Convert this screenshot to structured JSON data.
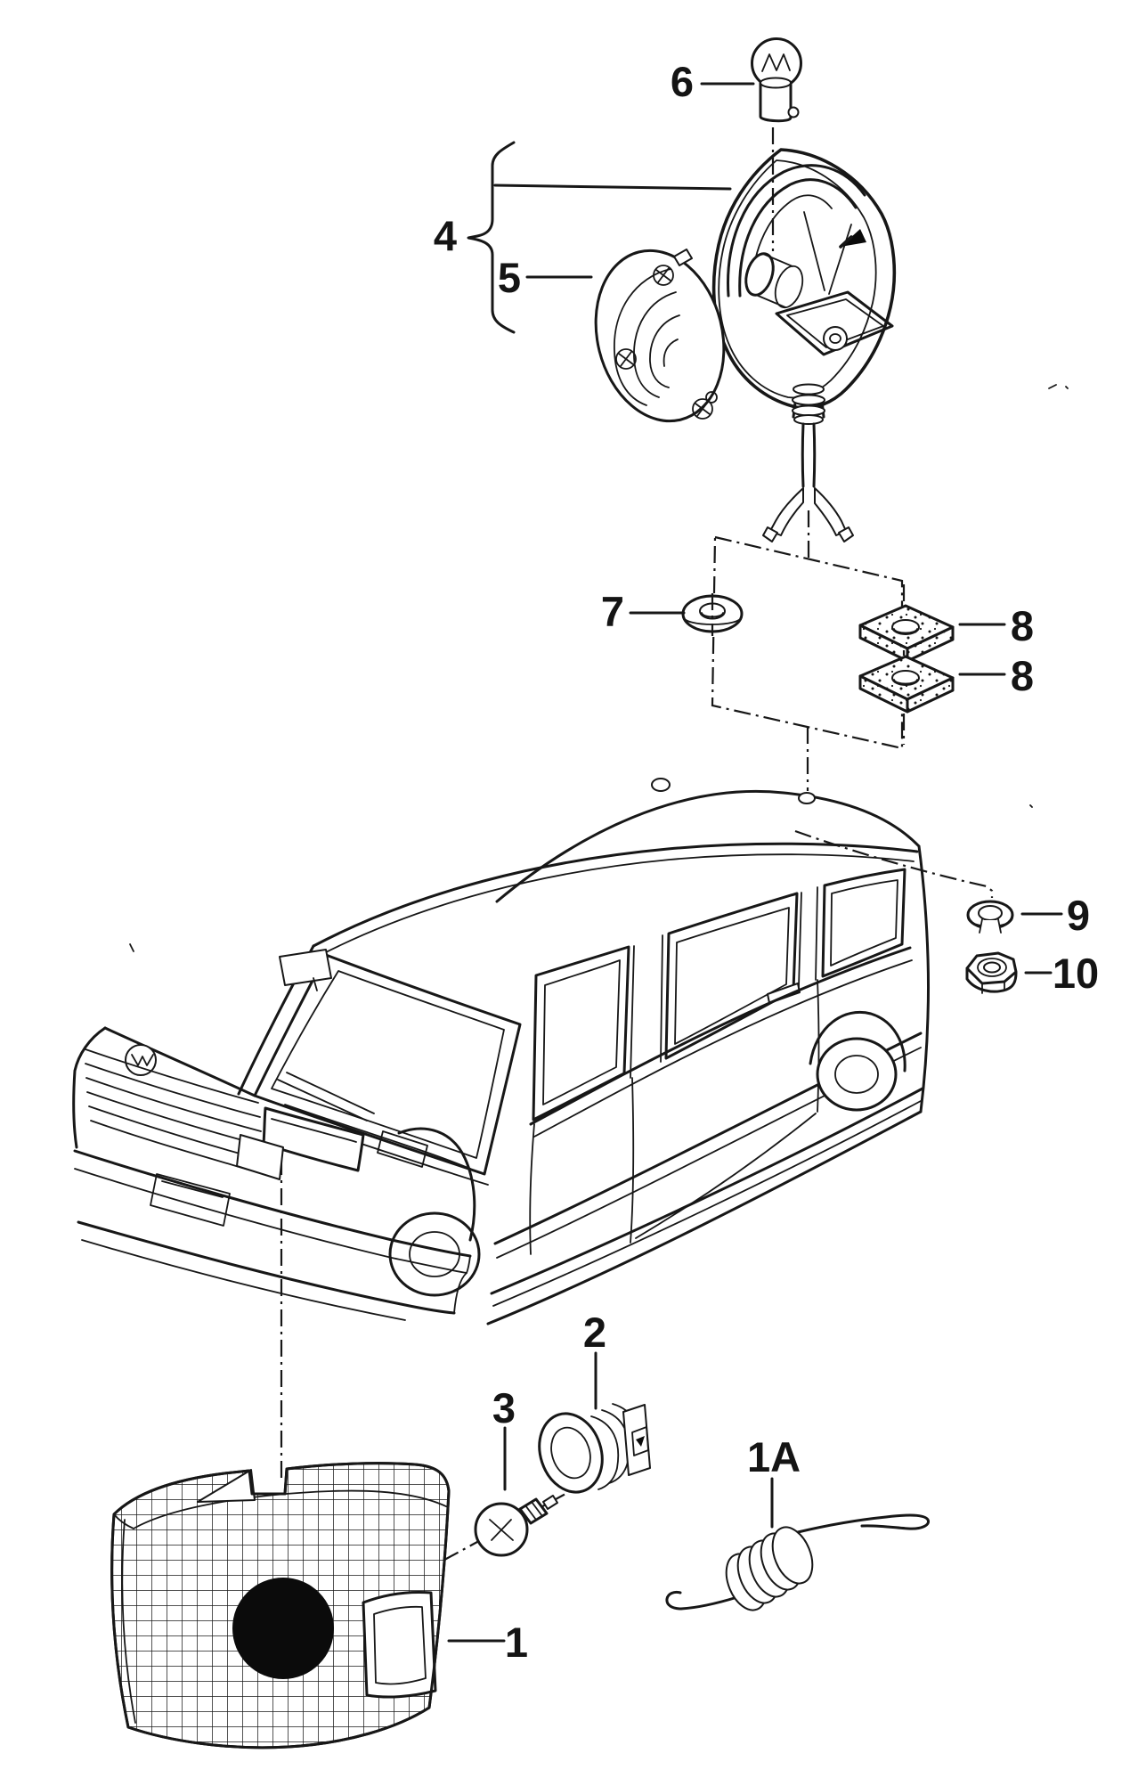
{
  "document": {
    "type": "exploded-parts-diagram",
    "subject": "Turn signal and side lamp mounting on van body",
    "style": "black line art on white (parts catalog scan)",
    "line_color": "#171717",
    "background_color": "#ffffff"
  },
  "callouts": [
    {
      "label": "1",
      "part": "turn-signal-lens"
    },
    {
      "label": "1A",
      "part": "tension-spring"
    },
    {
      "label": "2",
      "part": "bulb-holder"
    },
    {
      "label": "3",
      "part": "small-bulb"
    },
    {
      "label": "4",
      "part": "lamp-housing-assembly"
    },
    {
      "label": "5",
      "part": "cover-plate"
    },
    {
      "label": "6",
      "part": "large-bulb"
    },
    {
      "label": "7",
      "part": "grommet-washer"
    },
    {
      "label": "8",
      "part": "foam-pad-upper"
    },
    {
      "label": "8",
      "part": "foam-pad-lower"
    },
    {
      "label": "9",
      "part": "lock-washer"
    },
    {
      "label": "10",
      "part": "hex-nut"
    }
  ]
}
